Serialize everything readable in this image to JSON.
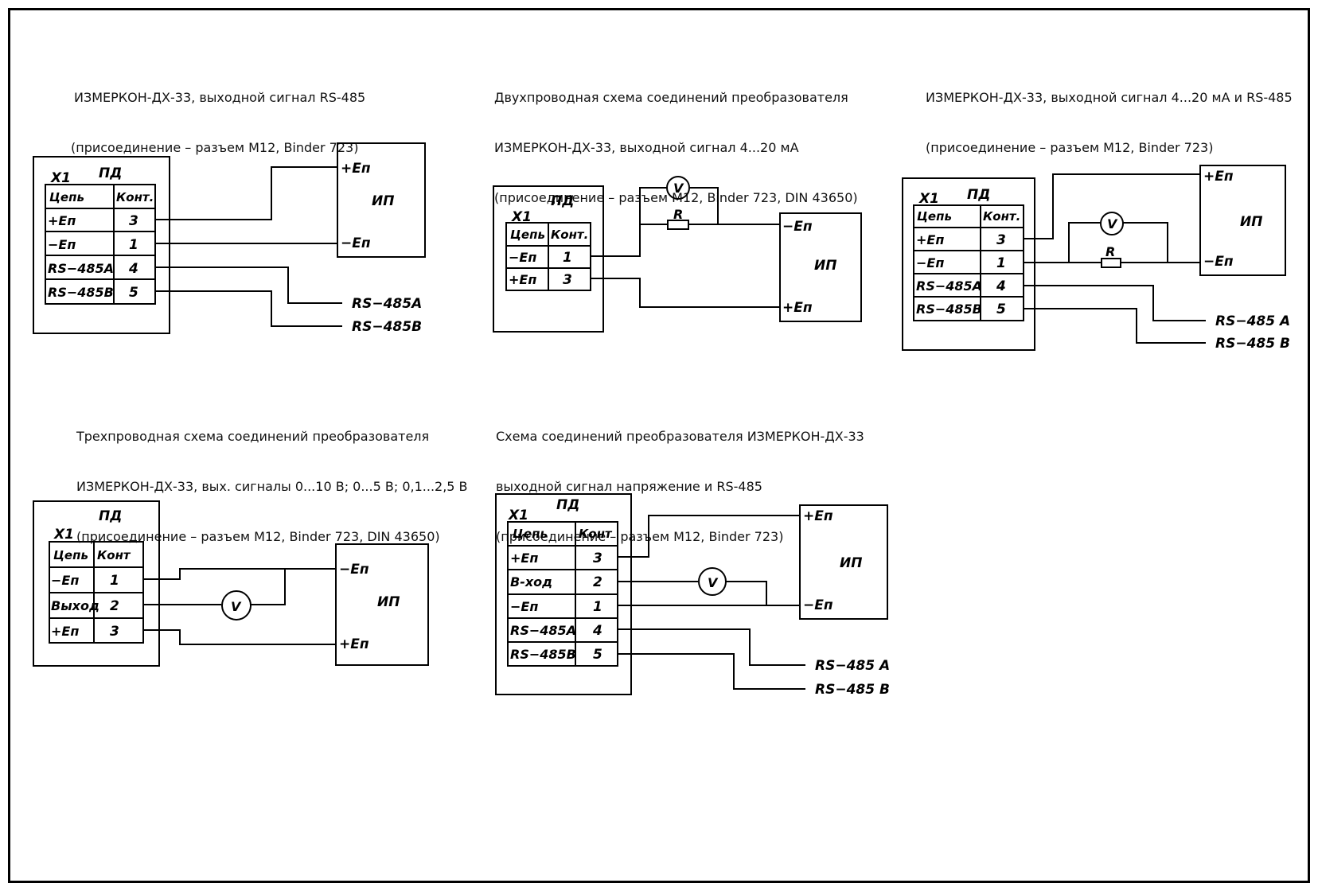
{
  "captions": {
    "d1": [
      "ИЗМЕРКОН-ДХ-33, выходной сигнал RS-485",
      "(присоединение – разъем M12, Binder 723)"
    ],
    "d2": [
      "Двухпроводная схема соединений преобразователя",
      "ИЗМЕРКОН-ДХ-33, выходной сигнал 4...20 мА",
      "(присоединение – разъем M12, Binder 723, DIN 43650)"
    ],
    "d3": [
      "ИЗМЕРКОН-ДХ-33, выходной сигнал 4...20 мА и RS-485",
      "(присоединение – разъем M12, Binder 723)"
    ],
    "d4": [
      "Трехпроводная схема соединений преобразователя",
      "ИЗМЕРКОН-ДХ-33, вых. сигналы 0...10 В; 0...5 В; 0,1...2,5 В",
      "(присоединение – разъем M12, Binder 723, DIN 43650)"
    ],
    "d5": [
      "Схема соединений преобразователя ИЗМЕРКОН-ДХ-33",
      "выходной сигнал напряжение и RS-485",
      "(присоединение – разъем M12, Binder 723)"
    ]
  },
  "d1": {
    "x1": "X1",
    "pd": "ПД",
    "h_circuit": "Цепь",
    "h_contact": "Конт.",
    "rows": [
      [
        "+Еп",
        "3"
      ],
      [
        "−Еп",
        "1"
      ],
      [
        "RS−485A",
        "4"
      ],
      [
        "RS−485B",
        "5"
      ]
    ],
    "ip": "ИП",
    "ip_plus": "+Еп",
    "ip_minus": "−Еп",
    "out_a": "RS−485A",
    "out_b": "RS−485B"
  },
  "d2": {
    "x1": "X1",
    "pd": "ПД",
    "h_circuit": "Цепь",
    "h_contact": "Конт.",
    "rows": [
      [
        "−Еп",
        "1"
      ],
      [
        "+Еп",
        "3"
      ]
    ],
    "ip": "ИП",
    "ip_minus": "−Еп",
    "ip_plus": "+Еп",
    "voltmeter": "V",
    "resistor": "R"
  },
  "d3": {
    "x1": "X1",
    "pd": "ПД",
    "h_circuit": "Цепь",
    "h_contact": "Конт.",
    "rows": [
      [
        "+Еп",
        "3"
      ],
      [
        "−Еп",
        "1"
      ],
      [
        "RS−485A",
        "4"
      ],
      [
        "RS−485B",
        "5"
      ]
    ],
    "ip": "ИП",
    "ip_plus": "+Еп",
    "ip_minus": "−Еп",
    "voltmeter": "V",
    "resistor": "R",
    "out_a": "RS−485 A",
    "out_b": "RS−485 B"
  },
  "d4": {
    "x1": "X1",
    "pd": "ПД",
    "h_circuit": "Цепь",
    "h_contact": "Конт",
    "rows": [
      [
        "−Еп",
        "1"
      ],
      [
        "Выход",
        "2"
      ],
      [
        "+Еп",
        "3"
      ]
    ],
    "ip": "ИП",
    "ip_minus": "−Еп",
    "ip_plus": "+Еп",
    "voltmeter": "V"
  },
  "d5": {
    "x1": "X1",
    "pd": "ПД",
    "h_circuit": "Цепь",
    "h_contact": "Конт",
    "rows": [
      [
        "+Еп",
        "3"
      ],
      [
        "В-ход",
        "2"
      ],
      [
        "−Еп",
        "1"
      ],
      [
        "RS−485A",
        "4"
      ],
      [
        "RS−485B",
        "5"
      ]
    ],
    "ip": "ИП",
    "ip_plus": "+Еп",
    "ip_minus": "−Еп",
    "voltmeter": "V",
    "out_a": "RS−485 A",
    "out_b": "RS−485 B"
  }
}
